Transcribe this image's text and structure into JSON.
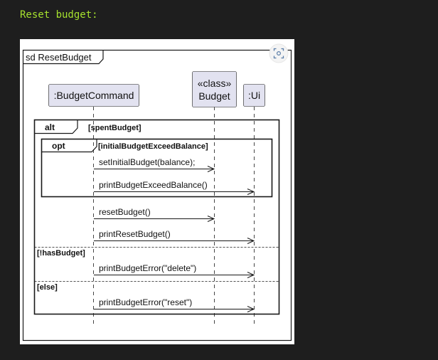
{
  "heading": "Reset budget:",
  "diagram": {
    "frame_label": "sd ResetBudget",
    "participants": [
      {
        "label": ":BudgetCommand"
      },
      {
        "stereotype": "«class»",
        "label": "Budget"
      },
      {
        "label": ":Ui"
      }
    ],
    "alt": {
      "keyword": "alt",
      "guard": "[spentBudget]",
      "opt": {
        "keyword": "opt",
        "guard": "[initialBudgetExceedBalance]",
        "messages": [
          "setInitialBudget(balance);",
          "printBudgetExceedBalance()"
        ]
      },
      "messages_after_opt": [
        "resetBudget()",
        "printResetBudget()"
      ],
      "else_sections": [
        {
          "guard": "[!hasBudget]",
          "messages": [
            "printBudgetError(\"delete\")"
          ]
        },
        {
          "guard": "[else]",
          "messages": [
            "printBudgetError(\"reset\")"
          ]
        }
      ]
    },
    "icons": {
      "expand": "expand-icon"
    },
    "colors": {
      "participant_fill": "#e2e2f0",
      "participant_stroke": "#181818"
    }
  }
}
